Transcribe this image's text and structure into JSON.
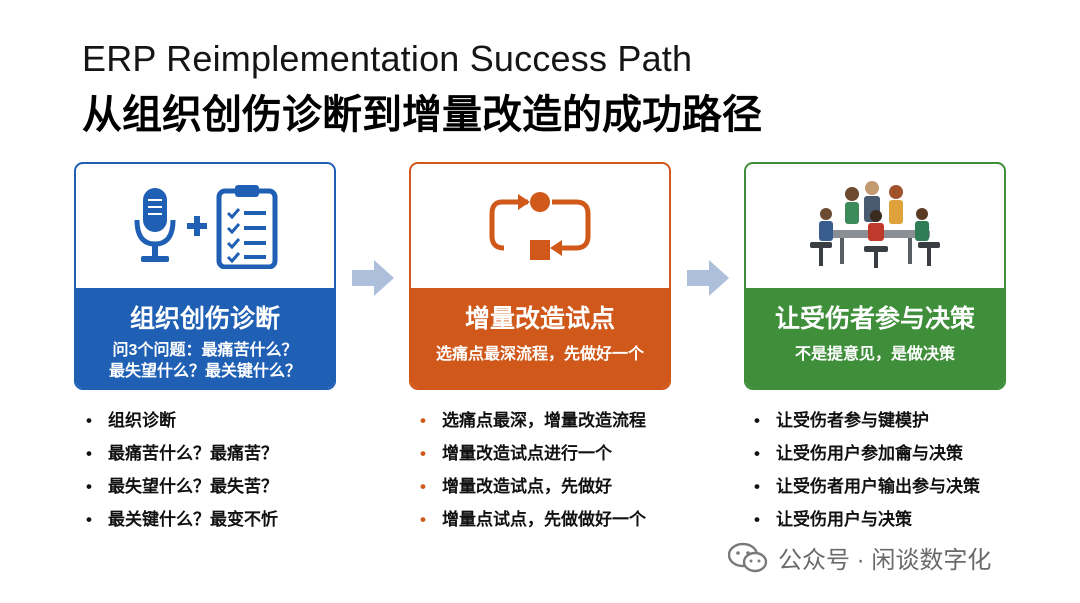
{
  "title": {
    "en": "ERP Reimplementation Success Path",
    "zh": "从组织创伤诊断到增量改造的成功路径"
  },
  "cards": [
    {
      "title": "组织创伤诊断",
      "sub_lines": [
        "问3个问题：最痛苦什么？",
        "最失望什么？最关键什么？"
      ],
      "icon": "microphone-plus-clipboard-icon",
      "color": "#1f5fb4"
    },
    {
      "title": "增量改造试点",
      "sub_lines": [
        "选痛点最深流程，先做好一个"
      ],
      "icon": "cycle-arrows-icon",
      "color": "#d0581a"
    },
    {
      "title": "让受伤者参与决策",
      "sub_lines": [
        "不是提意见，是做决策"
      ],
      "icon": "team-meeting-icon",
      "color": "#3e8e3a"
    }
  ],
  "lists": [
    [
      "组织诊断",
      "最痛苦什么？最痛苦？",
      "最失望什么？最失苦？",
      "最关键什么？最变不忻"
    ],
    [
      "选痛点最深，增量改造流程",
      "增量改造试点进行一个",
      "增量改造试点，先做好",
      "增量点试点，先做做好一个"
    ],
    [
      "让受伤者参与键模护",
      "让受伤用户参加龠与决策",
      "让受伤者用户输出参与决策",
      "让受伤用户与决策"
    ]
  ],
  "bullet": "•",
  "arrow_color": "#aebfdc",
  "watermark": "公众号 · 闲谈数字化"
}
